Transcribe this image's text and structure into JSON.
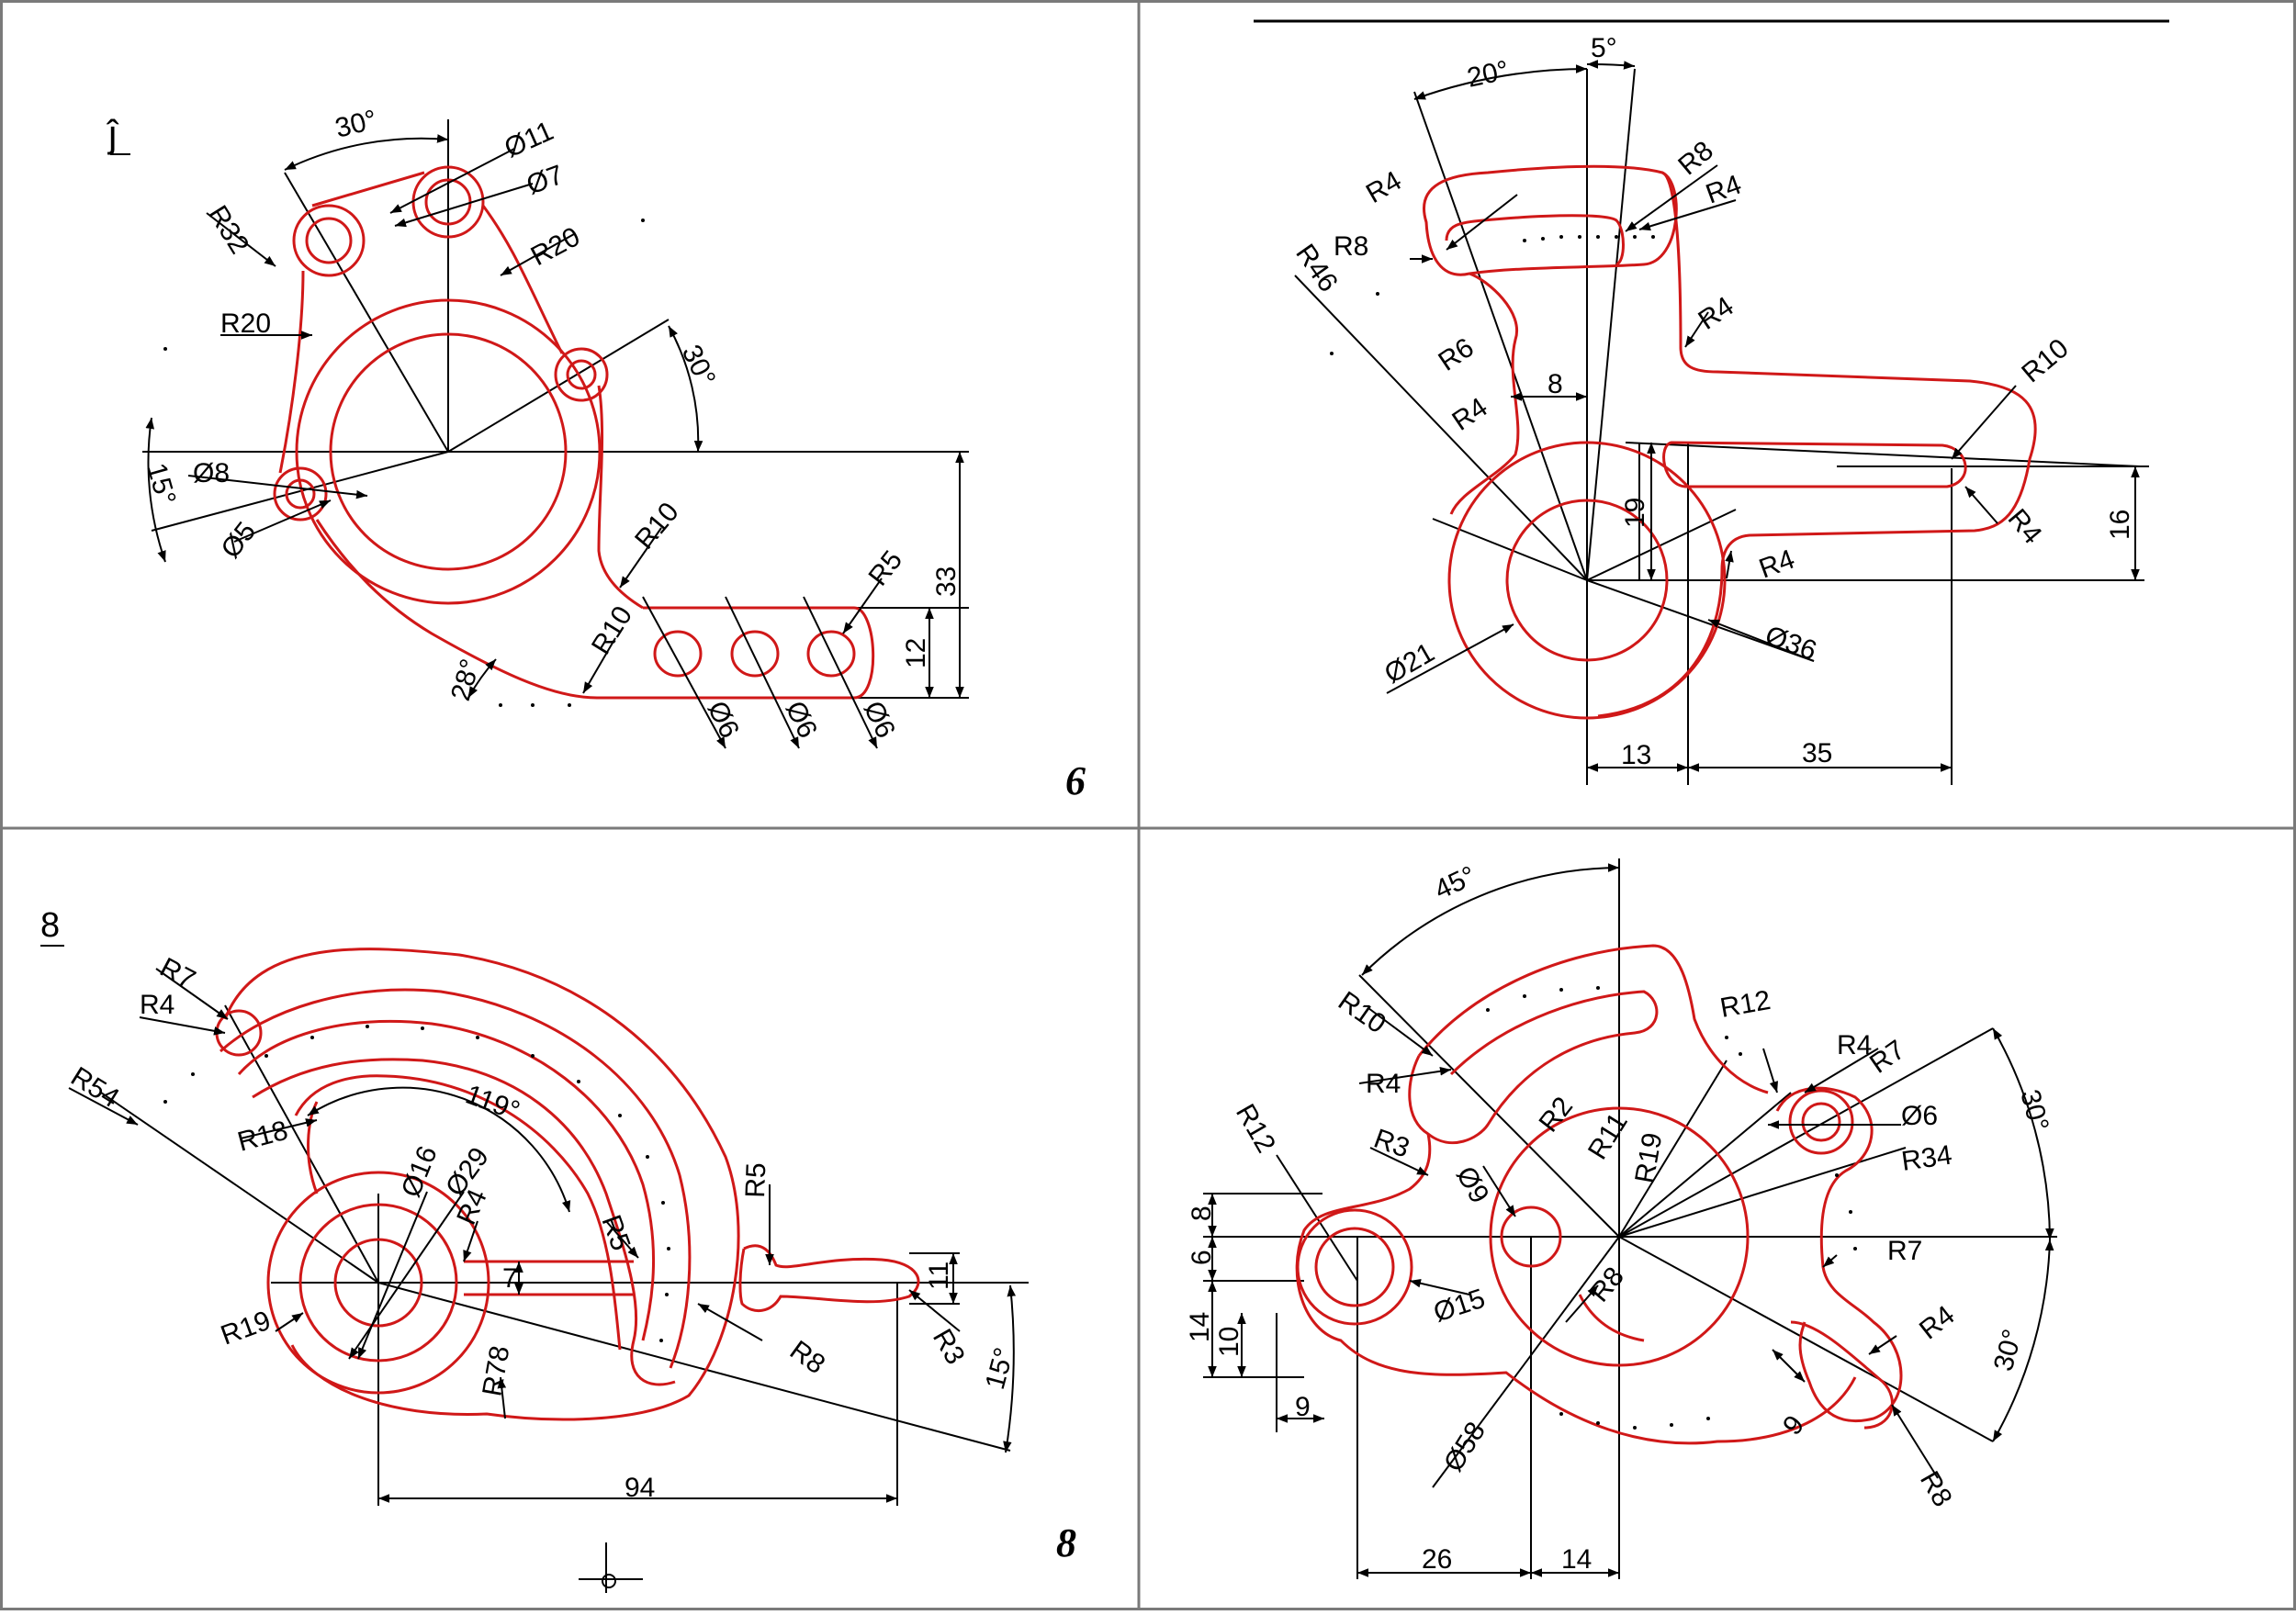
{
  "colors": {
    "outline": "#d01818",
    "dimension": "#000000",
    "grid": "#7a7a7a",
    "background": "#ffffff"
  },
  "panels": {
    "p1": {
      "number": "6",
      "corner_mark": "ĵ",
      "labels": [
        "30°",
        "Ø11",
        "Ø7",
        "R32",
        "R20",
        "R20",
        "30°",
        "15°",
        "Ø8",
        "Ø5",
        "R10",
        "R10",
        "R5",
        "33",
        "12",
        "28°",
        "Ø6",
        "Ø6",
        "Ø6"
      ]
    },
    "p2": {
      "number": "",
      "labels": [
        "20°",
        "5°",
        "R8",
        "R4",
        "R4",
        "R8",
        "R46",
        "R4",
        "R6",
        "8",
        "R4",
        "R10",
        "19",
        "R4",
        "16",
        "R4",
        "Ø36",
        "Ø21",
        "13",
        "35"
      ]
    },
    "p3": {
      "number": "8",
      "corner_mark": "8",
      "labels": [
        "R7",
        "R4",
        "R54",
        "R18",
        "119°",
        "Ø16",
        "Ø29",
        "R4",
        "R5",
        "R5",
        "7",
        "11",
        "R3",
        "R8",
        "15°",
        "R19",
        "R78",
        "94"
      ]
    },
    "p4": {
      "number": "",
      "labels": [
        "45°",
        "R12",
        "R10",
        "R4",
        "R4",
        "R7",
        "R2",
        "R11",
        "R19",
        "Ø6",
        "R12",
        "R3",
        "Ø9",
        "R34",
        "30°",
        "8",
        "6",
        "Ø15",
        "R8",
        "R7",
        "14",
        "10",
        "9",
        "R4",
        "Ø58",
        "30°",
        "9",
        "R8",
        "26",
        "14"
      ]
    }
  }
}
